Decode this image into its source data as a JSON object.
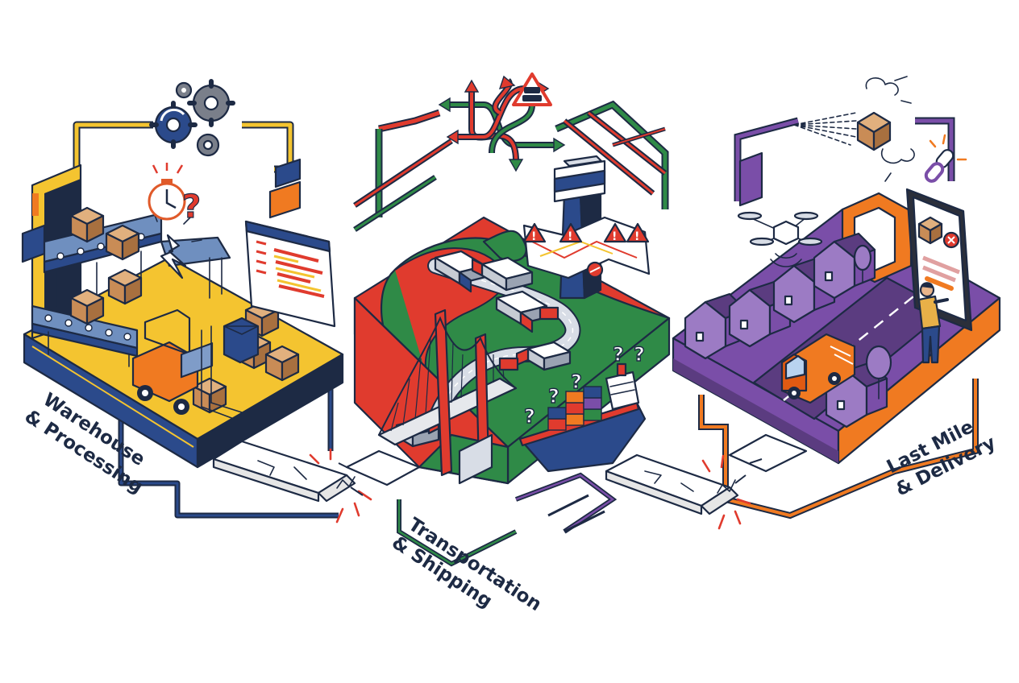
{
  "stages": [
    {
      "id": "warehouse",
      "label_lines": [
        "Warehouse",
        "& Processing"
      ],
      "color": "#f4c430",
      "accent": "#2b4a8b"
    },
    {
      "id": "transport",
      "label_lines": [
        "Transportation",
        "& Shipping"
      ],
      "color": "#e03b2e",
      "accent": "#2f8a47"
    },
    {
      "id": "lastmile",
      "label_lines": [
        "Last Mile",
        "& Delivery"
      ],
      "color": "#7a4ea8",
      "accent": "#f07a21"
    }
  ],
  "colors": {
    "outline": "#1d2a44",
    "yellow": "#f4c430",
    "navy": "#2b4a8b",
    "red": "#e03b2e",
    "green": "#2f8a47",
    "purple": "#7a4ea8",
    "orange": "#f07a21",
    "box": "#c98c56",
    "road": "#5b3c80"
  },
  "icons": [
    "gears-icon",
    "stopwatch-question-icon",
    "broken-conveyor-icon",
    "dashboard-screen-icon",
    "forklift-icon",
    "tangled-arrows-icon",
    "traffic-warning-icon",
    "control-tower-icon",
    "map-warning-icon",
    "suspension-bridge-icon",
    "cargo-ship-icon",
    "truck-icon",
    "drone-icon",
    "flying-package-icon",
    "broken-link-icon",
    "tablet-error-icon",
    "delivery-van-icon",
    "courier-person-icon",
    "house-icon",
    "broken-bridge-icon"
  ],
  "marks": {
    "question": "?",
    "warning": "!"
  }
}
